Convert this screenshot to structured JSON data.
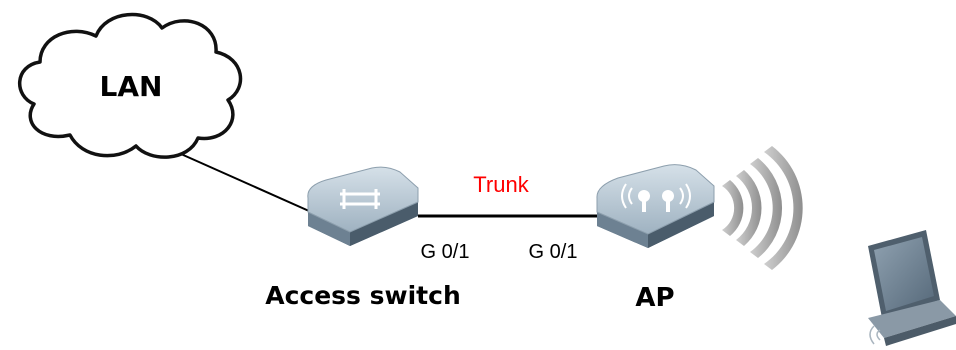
{
  "cloud_label": "LAN",
  "link_label": "Trunk",
  "switch_port": "G 0/1",
  "ap_port": "G 0/1",
  "switch_label": "Access switch",
  "ap_label": "AP",
  "colors": {
    "link_label": "#ff0000",
    "device_top": "#b7c7d3",
    "device_side": "#5f7384",
    "line": "#000000"
  }
}
